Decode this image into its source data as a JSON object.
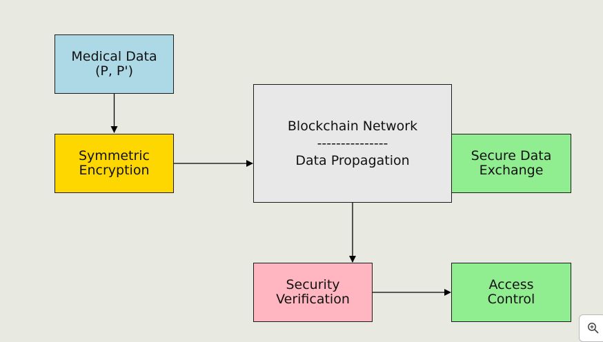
{
  "diagram": {
    "nodes": {
      "medical_data": {
        "line1": "Medical Data",
        "line2": "(P, P')",
        "color": "#add8e6"
      },
      "symmetric_encryption": {
        "line1": "Symmetric",
        "line2": "Encryption",
        "color": "#ffd700"
      },
      "blockchain_network": {
        "line1": "Blockchain Network",
        "separator": "---------------",
        "line2": "Data Propagation",
        "color": "#e8e8e8"
      },
      "secure_data_exchange": {
        "line1": "Secure Data",
        "line2": "Exchange",
        "color": "#90ee90"
      },
      "security_verification": {
        "line1": "Security",
        "line2": "Verification",
        "color": "#ffb6c1"
      },
      "access_control": {
        "line1": "Access",
        "line2": "Control",
        "color": "#90ee90"
      }
    },
    "edges": [
      {
        "from": "medical_data",
        "to": "symmetric_encryption"
      },
      {
        "from": "symmetric_encryption",
        "to": "blockchain_network"
      },
      {
        "from": "blockchain_network",
        "to": "secure_data_exchange"
      },
      {
        "from": "blockchain_network",
        "to": "security_verification"
      },
      {
        "from": "security_verification",
        "to": "access_control"
      }
    ]
  },
  "controls": {
    "zoom_icon": "zoom-in-icon"
  }
}
